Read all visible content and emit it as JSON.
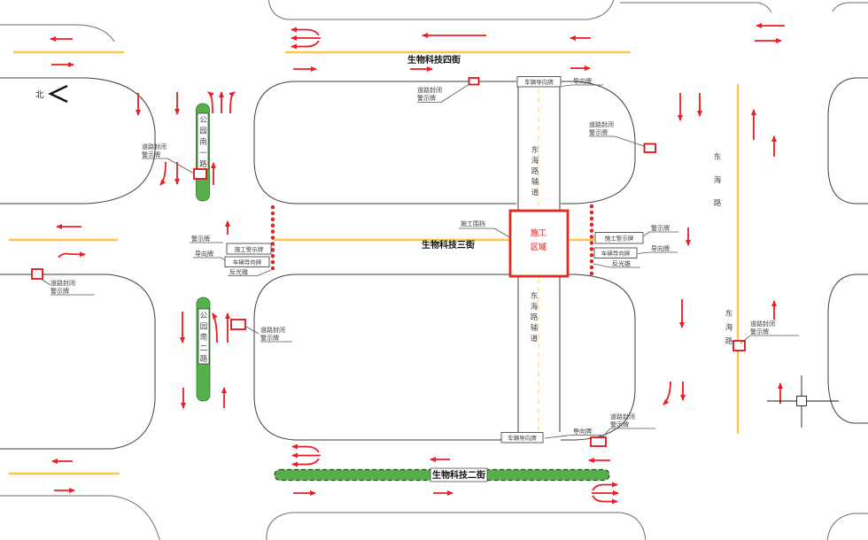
{
  "colors": {
    "arrow_red": "#EE1C25",
    "cone_red": "#D92B1F",
    "sign_red": "#E01212",
    "construction_red": "#E8251F",
    "construction_text_red": "#F26060",
    "centerline_orange": "#FFC44D",
    "lane_dash_yellow": "#FFE27A",
    "median_green": "#57AF4B",
    "median_green_border": "#2F7A2A",
    "edge_gray": "#6E6E6E",
    "outline_dark": "#3D3D3D",
    "label_text": "#3A3A3A",
    "street_text": "#111111"
  },
  "compass": {
    "north_label": "北"
  },
  "streets": {
    "top": "生物科技四街",
    "middle": "生物科技三街",
    "bottom": "生物科技二街",
    "aux_vertical": "东海路辅道",
    "donghai": "东海路",
    "park_south_1": "公园南一路",
    "park_south_2": "公园南二路"
  },
  "construction": {
    "zone_l1": "施工",
    "zone_l2": "区域",
    "fence_label": "施工围挡"
  },
  "sign_labels": {
    "road_closed_l1": "道路封闭",
    "road_closed_l2": "警示牌",
    "vehicle_guide_board": "车辆导向牌",
    "guide_board": "导向牌",
    "warning_board": "警示牌",
    "construction_warning_board": "施工警示牌",
    "reflective_cone": "反光锥"
  }
}
